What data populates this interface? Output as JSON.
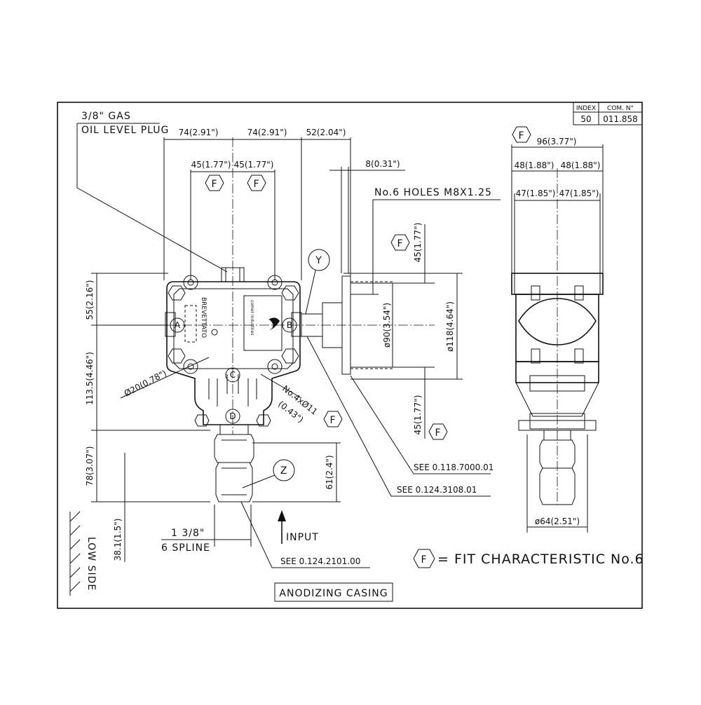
{
  "title_block": {
    "index_header": "INDEX",
    "com_header": "COM. N°",
    "index_value": "50",
    "com_value": "011.858"
  },
  "labels": {
    "gas": "3/8\" GAS",
    "oil_plug": "OIL LEVEL PLUG",
    "holes": "No.6  HOLES  M8X1.25",
    "brevettato": "BREVETTATO",
    "brand": "comer industries",
    "input": "INPUT",
    "spline_size": "1  3/8\"",
    "spline_count": "6  SPLINE",
    "see_1": "SEE  0.118.7000.01",
    "see_2": "SEE  0.124.3108.01",
    "see_3": "SEE  0.124.2101.00",
    "low_side": "LOW SIDE",
    "fit_legend": "= FIT CHARACTERISTIC No.6",
    "fit_symbol": "F",
    "casing": "ANODIZING CASING",
    "hole_pattern": "No.4xØ11",
    "hole_inch": "(0.43\")",
    "dia_20": "Ø20(0.78\")"
  },
  "markers": {
    "A": "A",
    "B": "B",
    "C": "C",
    "D": "D",
    "Y": "Y",
    "Z": "Z"
  },
  "dimensions": {
    "d74a": "74(2.91\")",
    "d74b": "74(2.91\")",
    "d52": "52(2.04\")",
    "d45a": "45(1.77\")",
    "d45b": "45(1.77\")",
    "d8": "8(0.31\")",
    "d96": "96(3.77\")",
    "d48a": "48(1.88\")",
    "d48b": "48(1.88\")",
    "d47a": "47(1.85\")",
    "d47b": "47(1.85\")",
    "d45c": "45(1.77\")",
    "d45d": "45(1.77\")",
    "d90": "ø90(3.54\")",
    "d118": "ø118(4.64\")",
    "d55": "55(2.16\")",
    "d113": "113.5(4.46\")",
    "d78": "78(3.07\")",
    "d61": "61(2.4\")",
    "d38": "38.1(1.5\")",
    "d64": "ø64(2.51\")"
  }
}
